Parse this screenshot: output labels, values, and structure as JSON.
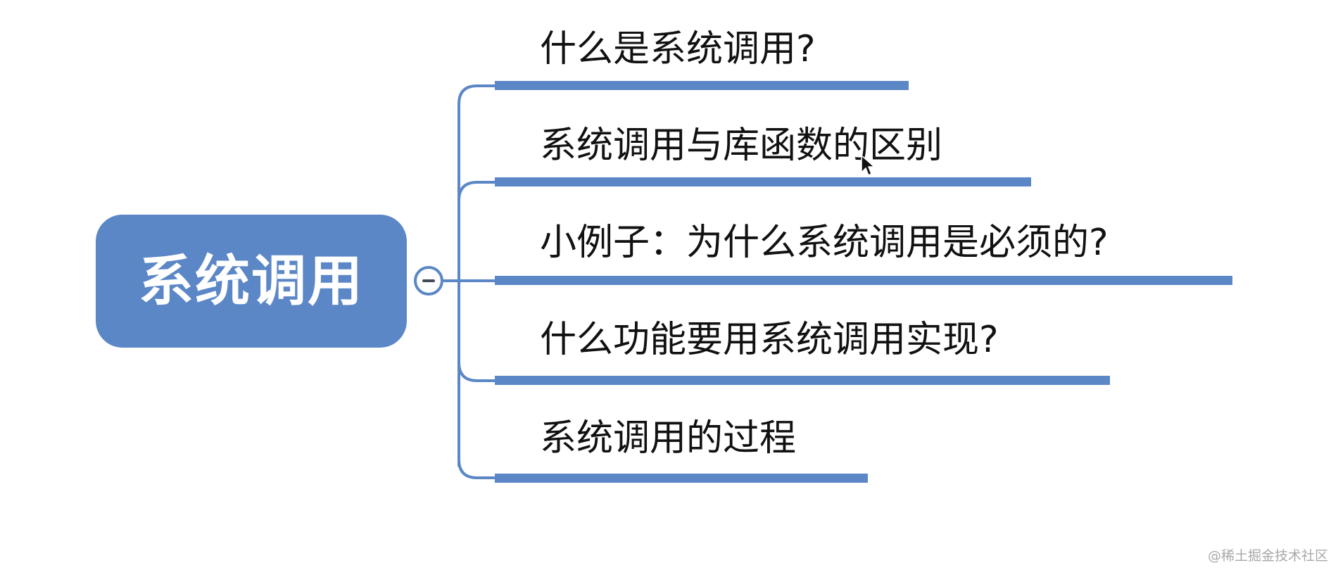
{
  "colors": {
    "node_fill": "#5b87c7",
    "connector": "#5b87c7",
    "label_text": "#111111",
    "root_text": "#ffffff"
  },
  "root": {
    "label": "系统调用",
    "toggle_icon": "minus-circle-icon"
  },
  "topics": [
    {
      "label": "什么是系统调用?"
    },
    {
      "label": "系统调用与库函数的区别"
    },
    {
      "label": "小例子：为什么系统调用是必须的?"
    },
    {
      "label": "什么功能要用系统调用实现?"
    },
    {
      "label": "系统调用的过程"
    }
  ],
  "cursor": {
    "icon": "mouse-pointer-icon"
  },
  "watermark": {
    "text": "@稀土掘金技术社区"
  }
}
